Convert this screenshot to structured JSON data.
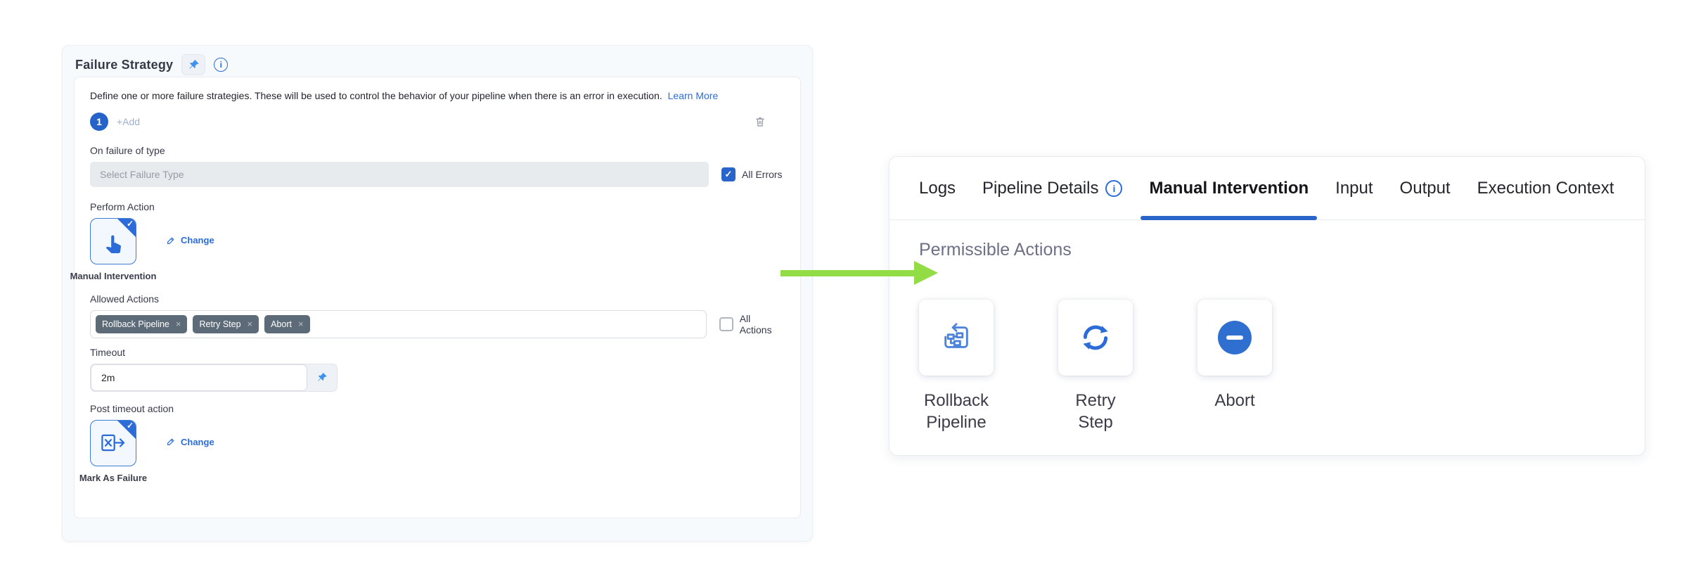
{
  "glyphs": {
    "check": "✓",
    "info": "i",
    "tag_remove": "×"
  },
  "colors": {
    "accent_blue": "#2b6cd9",
    "checkbox_blue": "#2864c9",
    "abort_blue": "#2f6fd0",
    "arrow_green": "#92dc46",
    "tag_background": "#5d6b78",
    "disabled_input_background": "#e7ebee"
  },
  "left_panel": {
    "title": "Failure Strategy",
    "header_icons": [
      "pin-icon",
      "info-icon"
    ],
    "description": "Define one or more failure strategies. These will be used to control the behavior of your pipeline when there is an error in execution.",
    "learn_more_label": "Learn More",
    "strategy_index": "1",
    "add_label": "+Add",
    "trash_icon": "trash-icon",
    "fields": {
      "on_failure_label": "On failure of type",
      "failure_type_placeholder": "Select Failure Type",
      "all_errors_label": "All Errors",
      "perform_action_label": "Perform Action",
      "perform_action_value": "Manual Intervention",
      "perform_action_icon": "manual-intervention-hand-icon",
      "change_label": "Change",
      "allowed_actions_label": "Allowed Actions",
      "allowed_actions_tags": [
        "Rollback Pipeline",
        "Retry Step",
        "Abort"
      ],
      "all_actions_label": "All Actions",
      "timeout_label": "Timeout",
      "timeout_value": "2m",
      "timeout_pin_icon": "pin-icon",
      "post_timeout_label": "Post timeout action",
      "post_timeout_value": "Mark As Failure",
      "post_timeout_icon": "mark-as-failure-icon"
    }
  },
  "right_panel": {
    "tabs": [
      {
        "label": "Logs",
        "active": false
      },
      {
        "label": "Pipeline Details",
        "active": false,
        "info_icon": true
      },
      {
        "label": "Manual Intervention",
        "active": true
      },
      {
        "label": "Input",
        "active": false
      },
      {
        "label": "Output",
        "active": false
      },
      {
        "label": "Execution Context",
        "active": false
      }
    ],
    "section_title": "Permissible Actions",
    "actions": [
      {
        "label": "Rollback Pipeline",
        "icon": "rollback-pipeline-icon"
      },
      {
        "label": "Retry Step",
        "icon": "retry-icon"
      },
      {
        "label": "Abort",
        "icon": "abort-icon"
      }
    ]
  }
}
